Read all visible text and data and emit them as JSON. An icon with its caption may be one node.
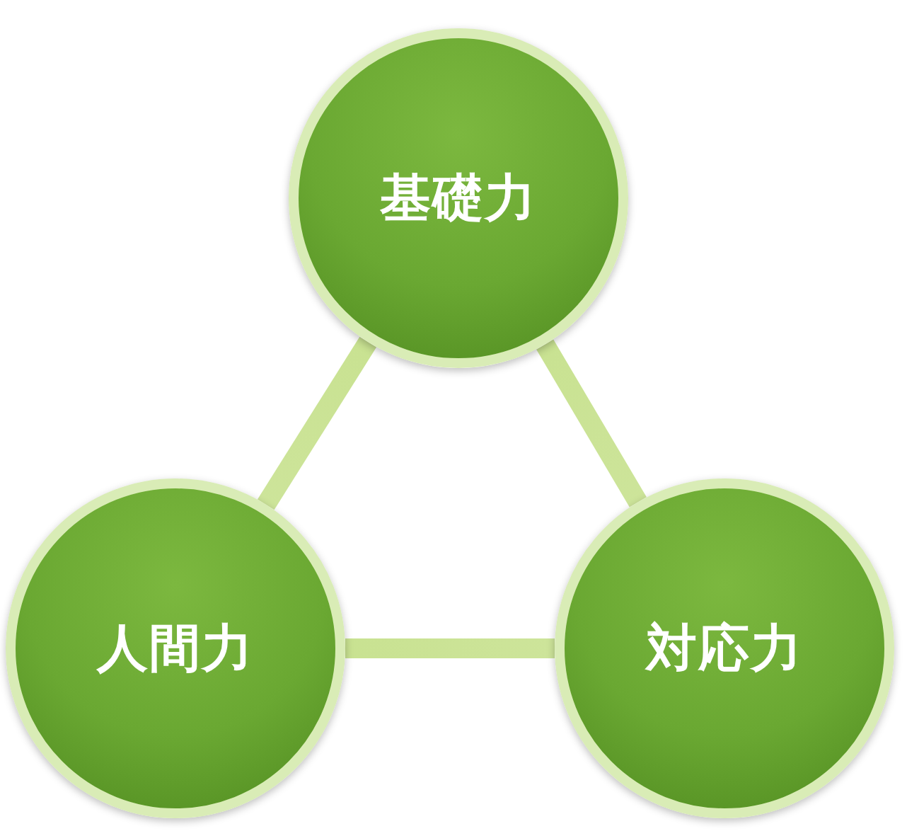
{
  "diagram": {
    "nodes": [
      {
        "text": [
          "基礎力"
        ]
      },
      {
        "text": [
          "人間力"
        ]
      },
      {
        "text": [
          "対応力"
        ]
      }
    ],
    "edges": [
      {
        "from": 0,
        "to": 1,
        "arrow": "none"
      },
      {
        "from": 0,
        "to": 2,
        "arrow": "none"
      },
      {
        "from": 1,
        "to": 2,
        "arrow": "none"
      }
    ]
  }
}
